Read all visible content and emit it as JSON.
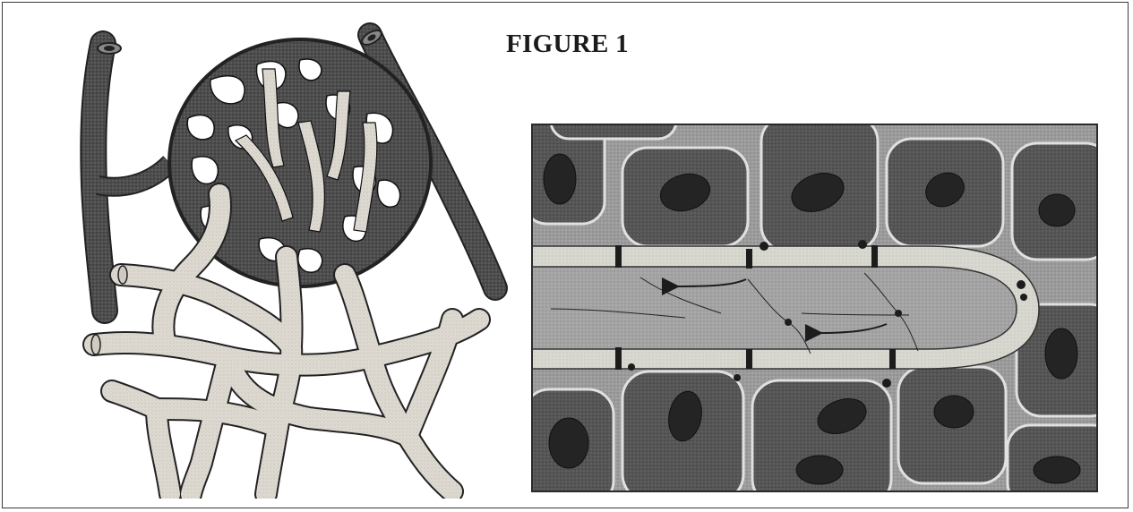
{
  "figure": {
    "title": "FIGURE 1"
  },
  "colors": {
    "frame_border": "#3a3a3a",
    "dark_vessel": "#4a4a4a",
    "light_vessel": "#dcdcd4",
    "cell_dark": "#545454",
    "cell_nucleus": "#242424",
    "interstitial": "#9a9a9a",
    "capillary_wall": "#d6d6cf",
    "capillary_lumen": "#9f9f9f"
  },
  "illustrations": {
    "left": "capillary-network-drawing",
    "right": "tissue-cross-section-drawing"
  }
}
